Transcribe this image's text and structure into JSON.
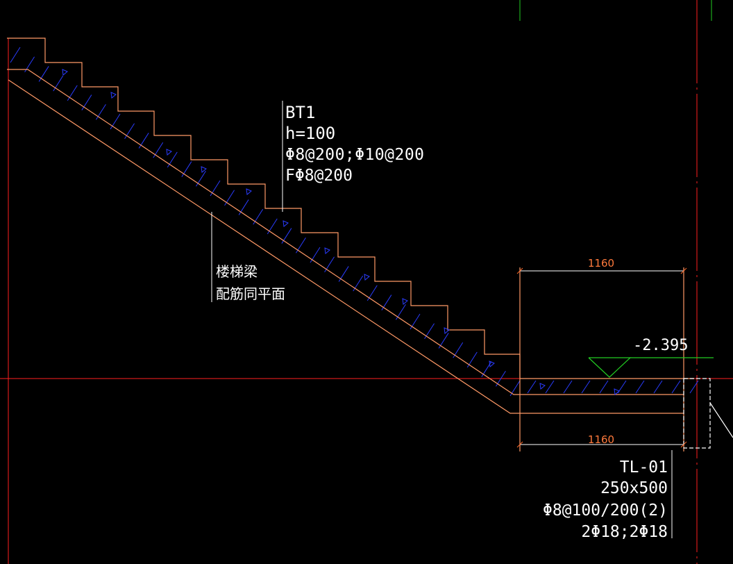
{
  "stair_slab": {
    "label": "BT1",
    "thickness": "h=100",
    "rebar_main": "Φ8@200;Φ10@200",
    "rebar_dist": "FΦ8@200"
  },
  "stair_beam_note": {
    "line1": "楼梯梁",
    "line2": "配筋同平面"
  },
  "dimensions": {
    "top": "1160",
    "bottom": "1160"
  },
  "elevation": {
    "value": "-2.395"
  },
  "beam_tag": {
    "name": "TL-01",
    "size": "250x500",
    "stirrup": "Φ8@100/200(2)",
    "long_bars": "2Φ18;2Φ18"
  },
  "colors": {
    "background": "#000000",
    "outline": "#ff9966",
    "hatch": "#2a3cff",
    "text": "#ffffff",
    "dimension": "#ff6a2a",
    "axis": "#ff2020",
    "elevation_marker": "#22cc22"
  }
}
